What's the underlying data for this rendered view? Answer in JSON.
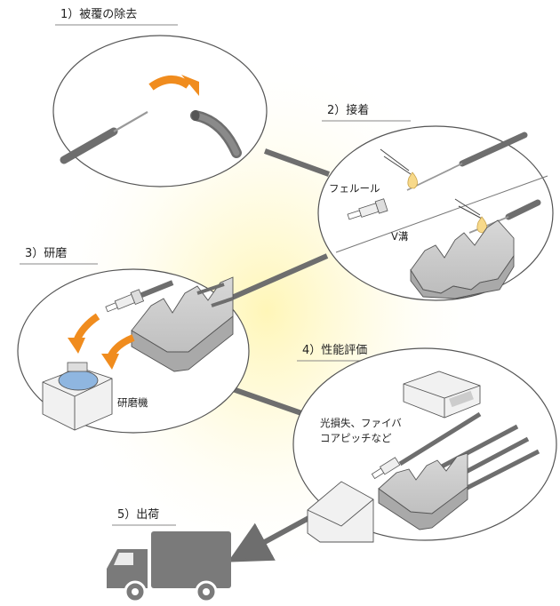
{
  "steps": [
    {
      "label": "1）被覆の除去"
    },
    {
      "label": "2）接着"
    },
    {
      "label": "3）研磨"
    },
    {
      "label": "4）性能評価"
    },
    {
      "label": "5）出荷"
    }
  ],
  "callouts": {
    "ferrule": "フェルール",
    "v_groove": "V溝",
    "polisher": "研磨機",
    "loss_line1": "光損失、ファイバ",
    "loss_line2": "コアピッチなど"
  },
  "colors": {
    "arrow": "#f08c1e",
    "fiber": "#6e6e6e",
    "connector": "#777777",
    "glow": "#fff3b0",
    "truck": "#7a7a7a",
    "polisher_disc": "#8fb6e0"
  },
  "icons": [
    "orange-curved-arrow",
    "truck-icon",
    "glue-dropper-icon",
    "v-groove-block",
    "polisher-machine",
    "measurement-instrument"
  ]
}
